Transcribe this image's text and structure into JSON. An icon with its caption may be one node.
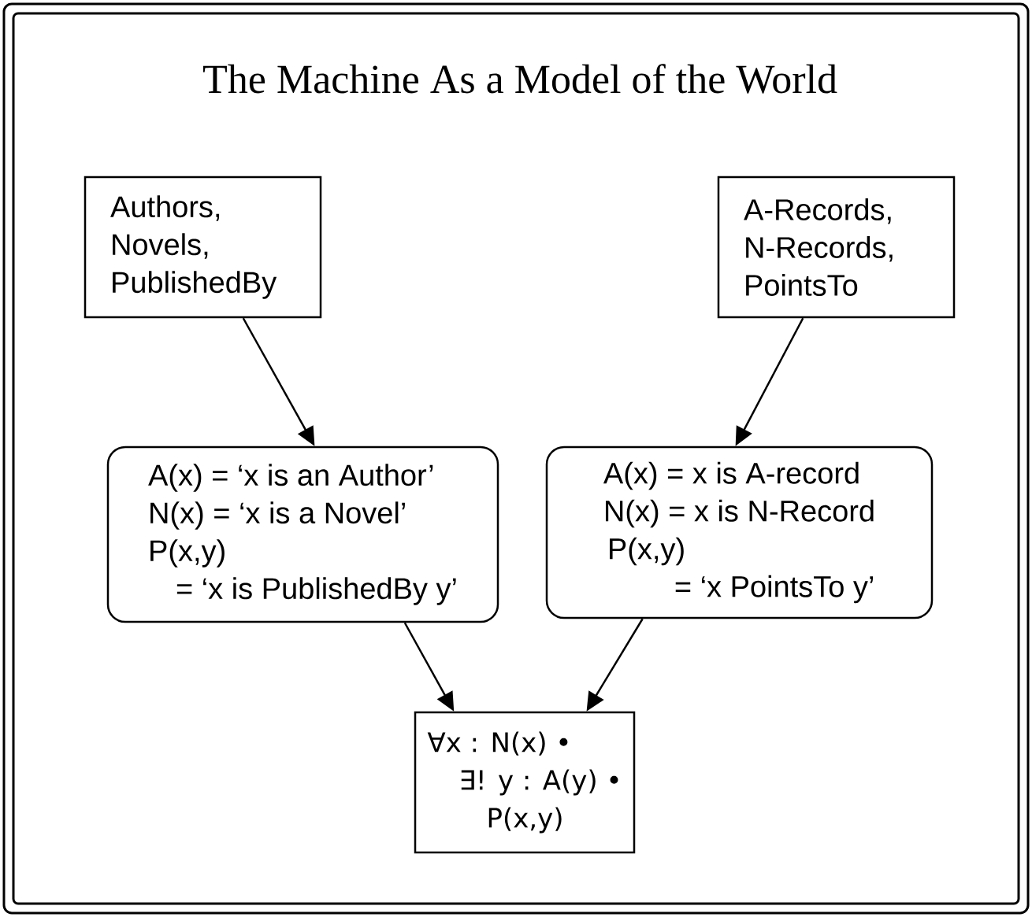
{
  "diagram": {
    "title": "The Machine As a Model of the World",
    "nodes": [
      {
        "text": [
          "Authors, Novels, PublishedBy"
        ]
      },
      {
        "text": [
          "A-Records, N-Records, PointsTo"
        ]
      },
      {
        "text": [
          "A(x) = ‘x is an Author’",
          "N(x) = ‘x is a Novel’",
          "P(x,y)",
          "= ‘x is PublishedBy y’"
        ]
      },
      {
        "text": [
          "A(x) = x is A-record",
          "N(x) = x is N-Record",
          "P(x,y)",
          "= ‘x PointsTo y’"
        ]
      },
      {
        "text": [
          "∀x : N(x) •",
          "∃! y : A(y) •",
          "P(x,y)"
        ]
      }
    ],
    "edges": [
      {
        "from": 0,
        "to": 2,
        "arrow": "to"
      },
      {
        "from": 1,
        "to": 3,
        "arrow": "to"
      },
      {
        "from": 2,
        "to": 4,
        "arrow": "to"
      },
      {
        "from": 3,
        "to": 4,
        "arrow": "to"
      }
    ]
  }
}
